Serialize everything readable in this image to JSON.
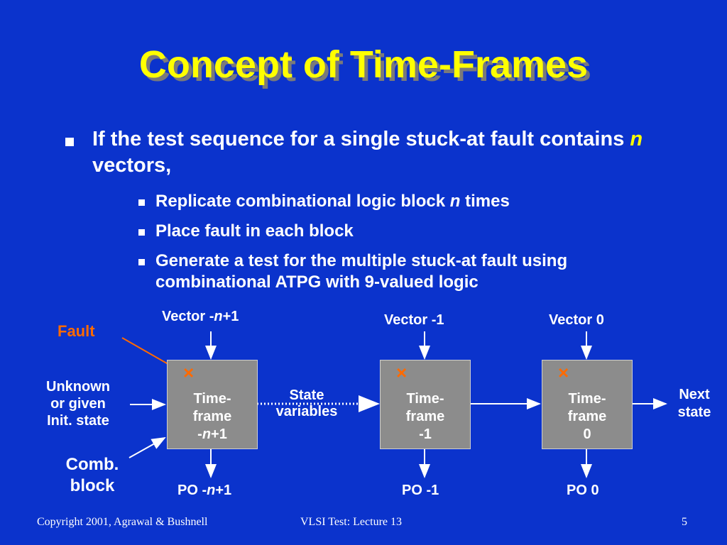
{
  "title": "Concept of Time-Frames",
  "main_bullet": {
    "part1": "If the test sequence for a single stuck-at fault contains ",
    "n": "n",
    "part2": " vectors,"
  },
  "sub_bullets": [
    {
      "part1": "Replicate combinational logic block ",
      "n": "n",
      "part2": " times"
    },
    {
      "text": "Place fault in each block"
    },
    {
      "text": "Generate a test for the multiple stuck-at fault using combinational ATPG with 9-valued logic"
    }
  ],
  "diagram": {
    "fault_label": "Fault",
    "unknown_label": [
      "Unknown",
      "or given",
      "Init. state"
    ],
    "comb_block_label": [
      "Comb.",
      "block"
    ],
    "state_variables_label": [
      "State",
      "variables"
    ],
    "next_state_label": [
      "Next",
      "state"
    ],
    "frames": [
      {
        "vector_pre": "Vector -",
        "vector_n": "n",
        "vector_post": "+1",
        "box_line1": "Time-",
        "box_line2": "frame",
        "box_pre": "-",
        "box_n": "n",
        "box_post": "+1",
        "po_pre": "PO -",
        "po_n": "n",
        "po_post": "+1"
      },
      {
        "vector": "Vector -1",
        "box_line1": "Time-",
        "box_line2": "frame",
        "box_line3": "-1",
        "po": "PO -1"
      },
      {
        "vector": "Vector 0",
        "box_line1": "Time-",
        "box_line2": "frame",
        "box_line3": "0",
        "po": "PO 0"
      }
    ],
    "fault_mark": "×"
  },
  "footer": {
    "copyright": "Copyright 2001, Agrawal & Bushnell",
    "course": "VLSI Test: Lecture 13",
    "page": "5"
  },
  "colors": {
    "background": "#0b33cc",
    "title": "#ffff00",
    "fault": "#ff6a00",
    "box": "#8c8c8c"
  }
}
